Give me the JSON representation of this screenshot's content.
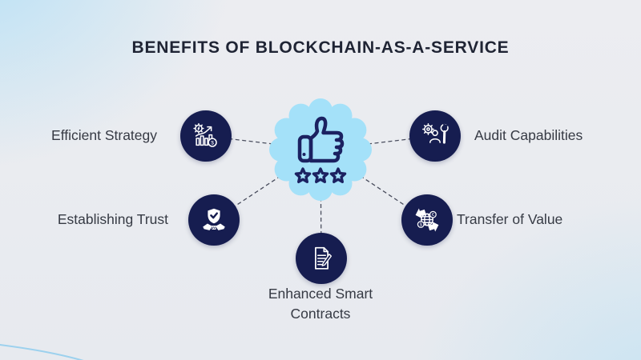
{
  "title": "BENEFITS OF BLOCKCHAIN-AS-A-SERVICE",
  "center_badge": {
    "icon": "thumbs-up-icon",
    "rating_icon": "three-stars-icon",
    "fill": "#a4e1f9",
    "icon_stroke": "#1b2161"
  },
  "benefits": [
    {
      "label": "Efficient Strategy",
      "icon": "growth-chart-gear-dollar-icon",
      "position": "top-left"
    },
    {
      "label": "Audit Capabilities",
      "icon": "gear-person-wrench-icon",
      "position": "top-right"
    },
    {
      "label": "Establishing Trust",
      "icon": "shield-check-handshake-icon",
      "position": "middle-left"
    },
    {
      "label": "Transfer of Value",
      "icon": "globe-currency-exchange-icon",
      "position": "middle-right"
    },
    {
      "label": "Enhanced Smart Contracts",
      "icon": "document-pencil-icon",
      "position": "bottom-center"
    }
  ],
  "icon_glyphs": {
    "dollar": "$",
    "euro": "€"
  },
  "colors": {
    "node_circle": "#161d50",
    "node_icon_stroke": "#ffffff",
    "connector": "#4a4e5e",
    "title_text": "#1f2434",
    "label_text": "#363a44",
    "badge_fill": "#a4e1f9",
    "badge_icon": "#1b2161",
    "background_accent": "#addef6",
    "corner_arc": "#9cd1ee"
  }
}
